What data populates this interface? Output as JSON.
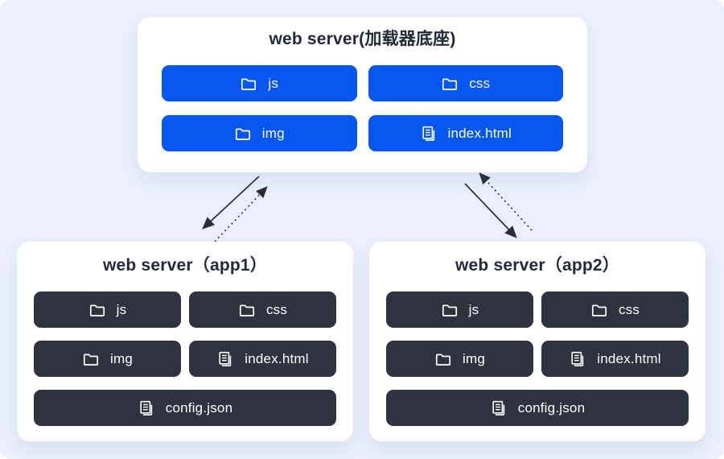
{
  "colors": {
    "background": "#EAEFFB",
    "card": "#FFFFFF",
    "accent_blue": "#0656F0",
    "dark_chip": "#2F3340",
    "title_text": "#252A39",
    "arrow": "#2A2E3A"
  },
  "servers": {
    "base": {
      "title": "web server(加载器底座)",
      "items": [
        {
          "label": "js",
          "icon": "folder-icon"
        },
        {
          "label": "css",
          "icon": "folder-icon"
        },
        {
          "label": "img",
          "icon": "folder-icon"
        },
        {
          "label": "index.html",
          "icon": "file-icon"
        }
      ]
    },
    "app1": {
      "title": "web server（app1）",
      "items": [
        {
          "label": "js",
          "icon": "folder-icon"
        },
        {
          "label": "css",
          "icon": "folder-icon"
        },
        {
          "label": "img",
          "icon": "folder-icon"
        },
        {
          "label": "index.html",
          "icon": "file-icon"
        },
        {
          "label": "config.json",
          "icon": "file-icon"
        }
      ]
    },
    "app2": {
      "title": "web server（app2）",
      "items": [
        {
          "label": "js",
          "icon": "folder-icon"
        },
        {
          "label": "css",
          "icon": "folder-icon"
        },
        {
          "label": "img",
          "icon": "folder-icon"
        },
        {
          "label": "index.html",
          "icon": "file-icon"
        },
        {
          "label": "config.json",
          "icon": "file-icon"
        }
      ]
    }
  },
  "connections": [
    {
      "from": "base",
      "to": "app1",
      "style": "solid"
    },
    {
      "from": "app1",
      "to": "base",
      "style": "dashed"
    },
    {
      "from": "base",
      "to": "app2",
      "style": "solid"
    },
    {
      "from": "app2",
      "to": "base",
      "style": "dashed"
    }
  ]
}
